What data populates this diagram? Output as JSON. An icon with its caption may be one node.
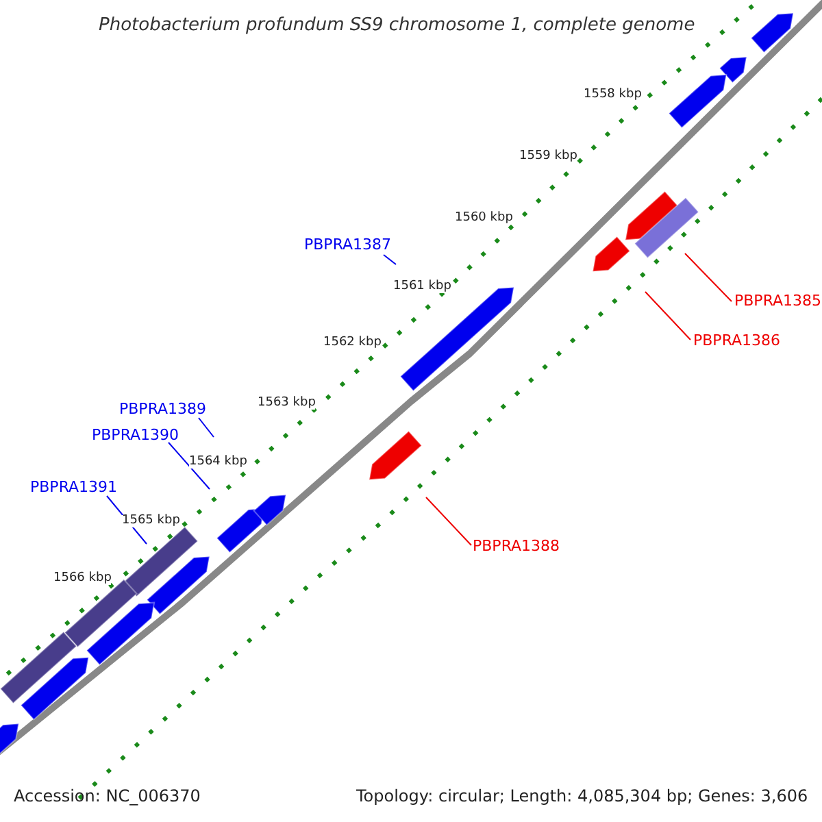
{
  "diagram": {
    "title": "Photobacterium profundum SS9 chromosome 1, complete genome",
    "nodes": [
      {
        "text": [
          "PBPRA1387"
        ]
      },
      {
        "text": [
          "PBPRA1389"
        ]
      },
      {
        "text": [
          "PBPRA1390"
        ]
      },
      {
        "text": [
          "PBPRA1391"
        ]
      },
      {
        "text": [
          "PBPRA1385"
        ]
      },
      {
        "text": [
          "PBPRA1386"
        ]
      },
      {
        "text": [
          "PBPRA1388"
        ]
      }
    ],
    "edges": [
      {
        "from": 0,
        "to": null,
        "arrow": "none"
      },
      {
        "from": 1,
        "to": null,
        "arrow": "none"
      },
      {
        "from": 2,
        "to": null,
        "arrow": "none"
      },
      {
        "from": 3,
        "to": null,
        "arrow": "none"
      },
      {
        "from": 4,
        "to": null,
        "arrow": "none",
        "color": "#ee0000"
      },
      {
        "from": 5,
        "to": null,
        "arrow": "none",
        "color": "#ee0000"
      },
      {
        "from": 6,
        "to": null,
        "arrow": "none",
        "color": "#ee0000"
      }
    ],
    "labels": [
      "1558 kbp",
      "1559 kbp",
      "1560 kbp",
      "1561 kbp",
      "1562 kbp",
      "1563 kbp",
      "1564 kbp",
      "1565 kbp",
      "1566 kbp",
      "Accession: NC_006370",
      "Topology: circular; Length: 4,085,304 bp; Genes: 3,606"
    ]
  }
}
